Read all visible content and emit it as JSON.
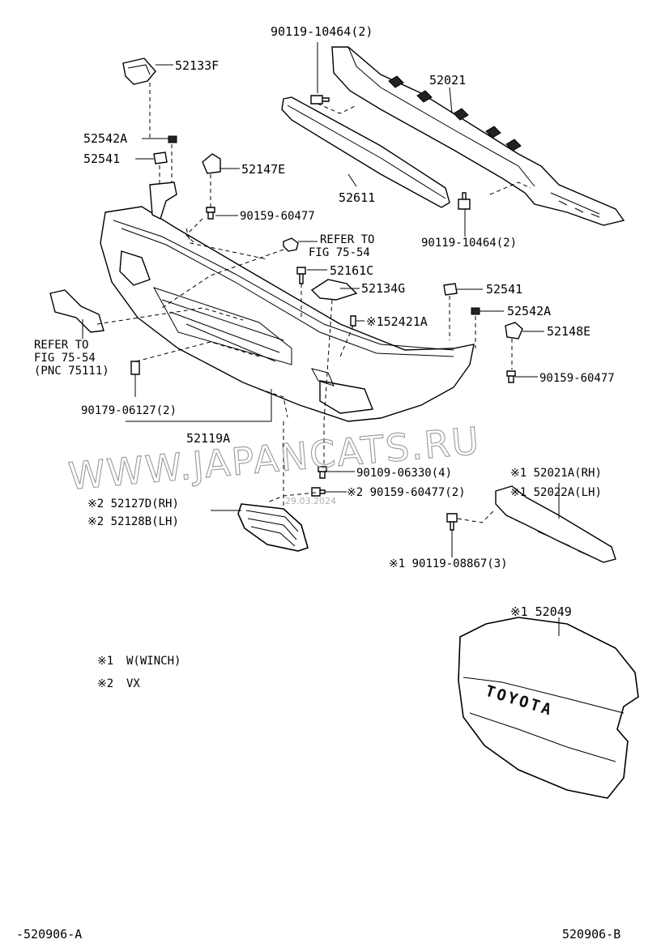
{
  "labels": {
    "p_90119_10464_top": "90119-10464(2)",
    "p_52021": "52021",
    "p_52133F": "52133F",
    "p_52542A_left": "52542A",
    "p_52541_left": "52541",
    "p_52147E": "52147E",
    "p_52611": "52611",
    "p_90159_60477_top": "90159-60477",
    "p_90119_10464_right": "90119-10464(2)",
    "refer_1_line1": "REFER TO",
    "refer_1_line2": "FIG 75-54",
    "p_52161C": "52161C",
    "p_52134G": "52134G",
    "p_52541_right": "52541",
    "p_52542A_right": "52542A",
    "p_52421A": "※152421A",
    "p_52148E": "52148E",
    "refer_2_line1": "REFER TO",
    "refer_2_line2": "FIG 75-54",
    "refer_2_line3": "(PNC 75111)",
    "p_90159_60477_right": "90159-60477",
    "p_90179_06127": "90179-06127(2)",
    "p_52119A": "52119A",
    "p_90109_06330": "90109-06330(4)",
    "p_52021A": "※1 52021A(RH)",
    "p_52127D": "※2 52127D(RH)",
    "p_90159_60477_vx": "※2 90159-60477(2)",
    "p_52022A": "※1 52022A(LH)",
    "p_52128B": "※2 52128B(LH)",
    "p_90119_08867": "※1 90119-08867(3)",
    "p_52049": "※1 52049"
  },
  "badge_text": "TOYOTA",
  "legend": [
    {
      "mark": "※1",
      "text": "W(WINCH)"
    },
    {
      "mark": "※2",
      "text": "VX"
    }
  ],
  "watermark": {
    "text": "WWW.JAPANCATS.RU",
    "date": "29.03.2024"
  },
  "footer": {
    "left_code": "-520906-A",
    "right_code": "520906-B"
  }
}
